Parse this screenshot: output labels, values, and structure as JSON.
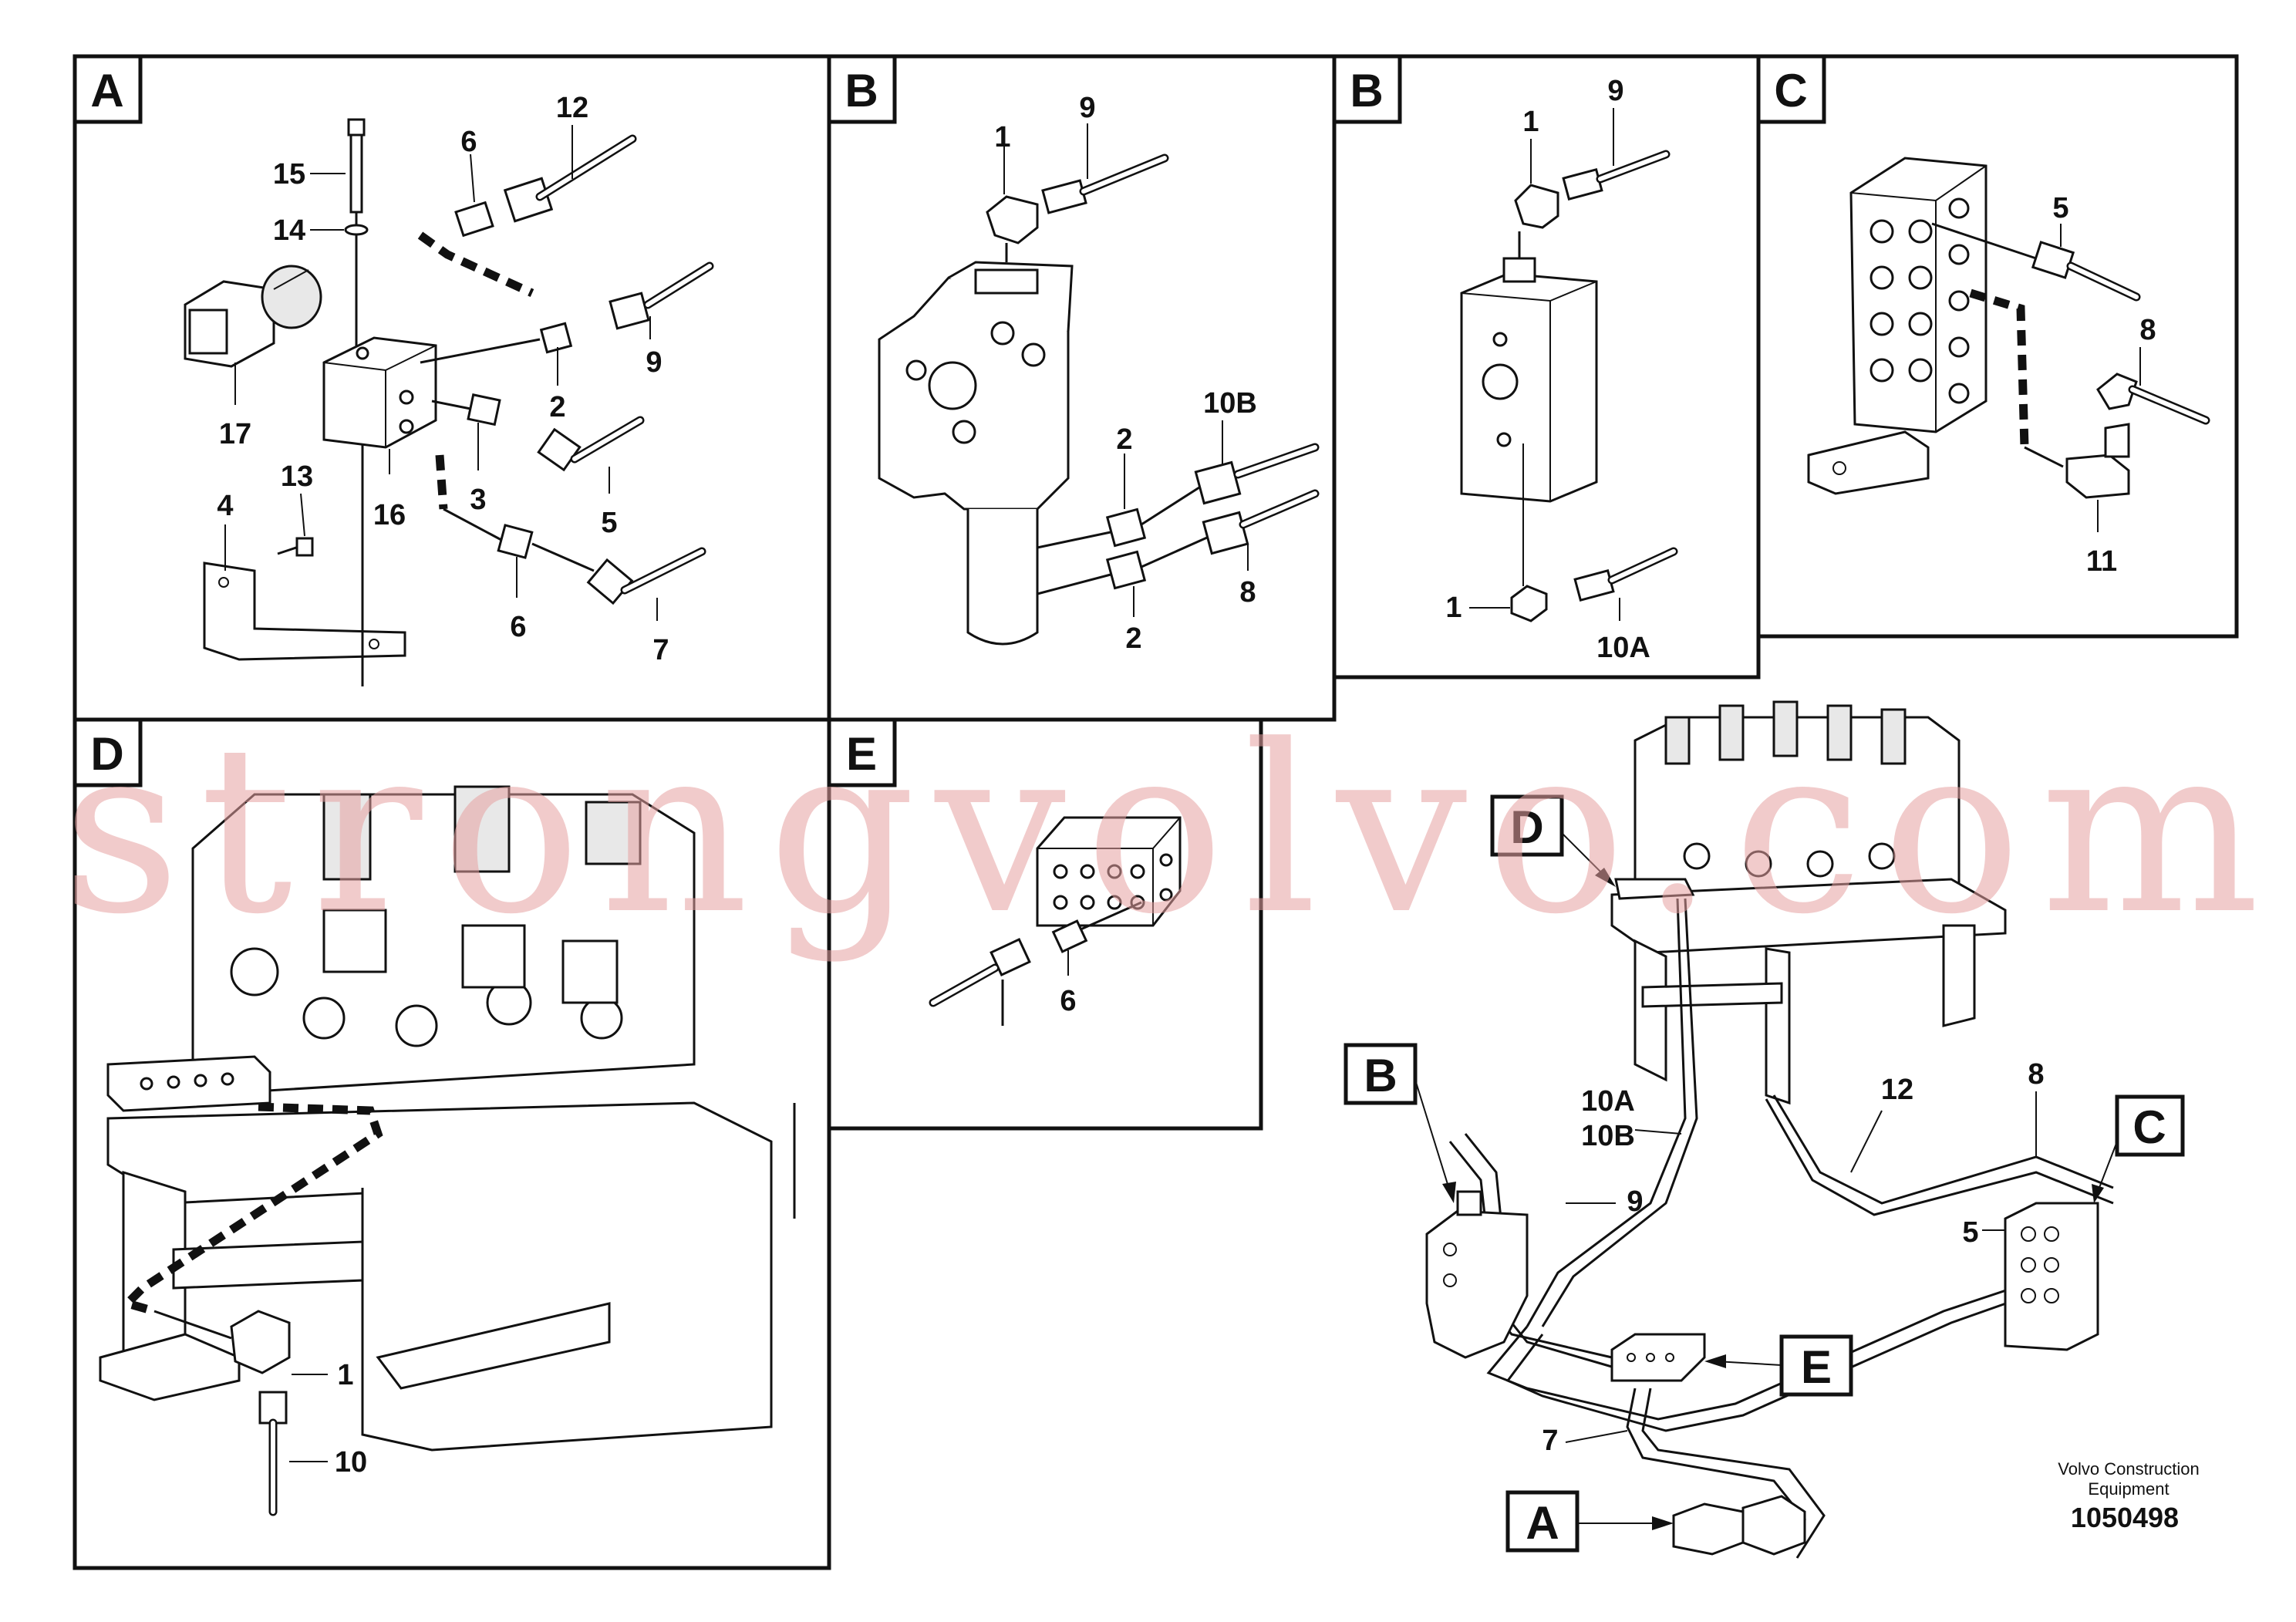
{
  "panels": {
    "a": {
      "letter": "A",
      "callouts": {
        "c12": "12",
        "c6a": "6",
        "c15": "15",
        "c14": "14",
        "c9": "9",
        "c2": "2",
        "c17": "17",
        "c3": "3",
        "c16": "16",
        "c5": "5",
        "c13": "13",
        "c4": "4",
        "c6b": "6",
        "c7": "7"
      }
    },
    "b1": {
      "letter": "B",
      "callouts": {
        "c9": "9",
        "c1": "1",
        "c10b": "10B",
        "c2a": "2",
        "c8": "8",
        "c2b": "2"
      }
    },
    "b2": {
      "letter": "B",
      "callouts": {
        "c9": "9",
        "c1a": "1",
        "c1b": "1",
        "c10a": "10A"
      }
    },
    "c": {
      "letter": "C",
      "callouts": {
        "c5": "5",
        "c8": "8",
        "c11": "11"
      }
    },
    "d": {
      "letter": "D",
      "callouts": {
        "c1": "1",
        "c10": "10"
      }
    },
    "e": {
      "letter": "E",
      "callouts": {
        "c6": "6"
      }
    },
    "overview": {
      "letters": {
        "d": "D",
        "b": "B",
        "c": "C",
        "e": "E",
        "a": "A"
      },
      "callouts": {
        "c10a": "10A",
        "c10b": "10B",
        "c12": "12",
        "c8": "8",
        "c9": "9",
        "c5": "5",
        "c7": "7"
      }
    }
  },
  "watermark": "strongvolvo.com",
  "footer": {
    "brand_line1": "Volvo Construction",
    "brand_line2": "Equipment",
    "drawing_number": "1050498"
  }
}
